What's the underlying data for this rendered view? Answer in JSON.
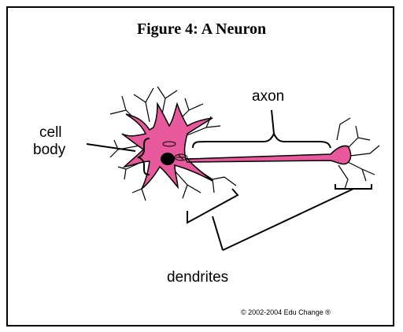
{
  "figure": {
    "title": "Figure 4:  A Neuron",
    "labels": {
      "axon": "axon",
      "cell": "cell",
      "body": "body",
      "dendrites": "dendrites"
    },
    "copyright": "© 2002-2004 Edu Change ®"
  },
  "colors": {
    "neuron_fill": "#e8589c",
    "outline": "#000000",
    "background": "#ffffff"
  }
}
